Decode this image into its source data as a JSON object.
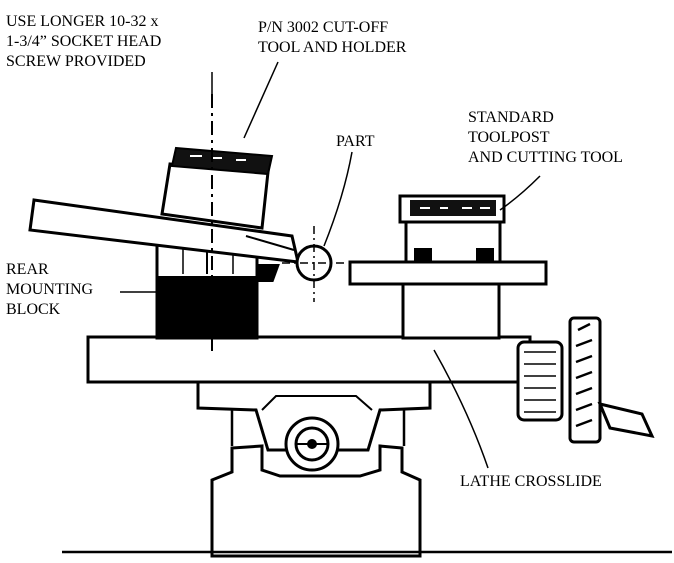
{
  "labels": {
    "screw": [
      "USE LONGER 10-32 x",
      "1-3/4” SOCKET HEAD",
      "SCREW PROVIDED"
    ],
    "cutoff": [
      "P/N 3002 CUT-OFF",
      "TOOL AND HOLDER"
    ],
    "part": "PART",
    "toolpost": [
      "STANDARD",
      "TOOLPOST",
      "AND CUTTING TOOL"
    ],
    "rear_block": [
      "REAR",
      "MOUNTING",
      "BLOCK"
    ],
    "crosslide": "LATHE CROSSLIDE"
  },
  "colors": {
    "ink": "#000000",
    "paper": "#ffffff"
  }
}
